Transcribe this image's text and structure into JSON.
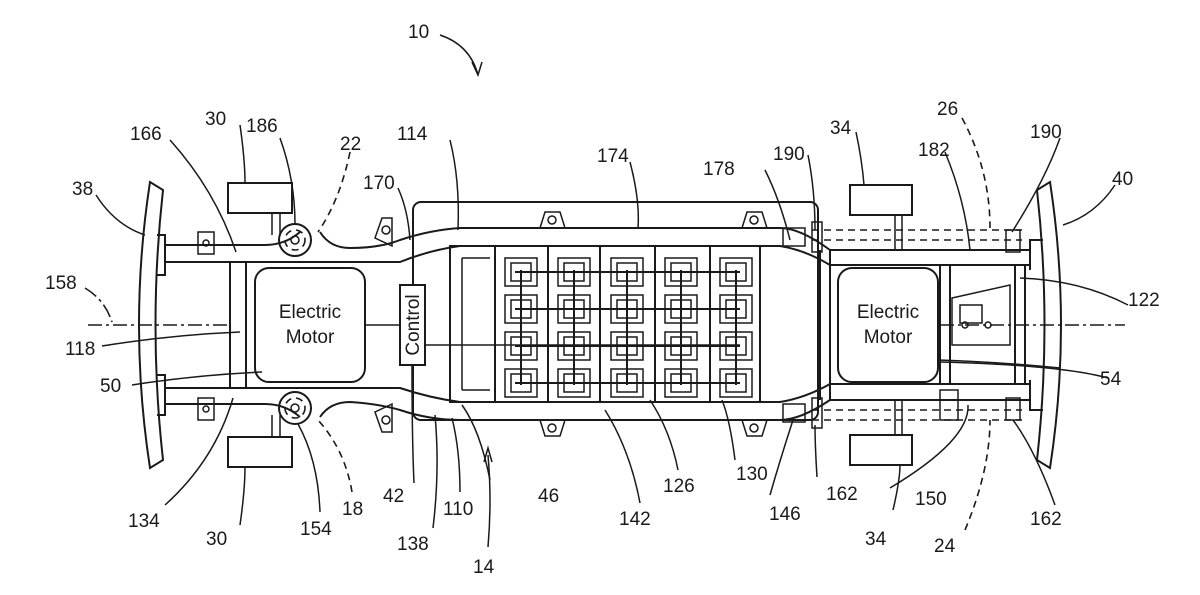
{
  "components": {
    "front_motor": [
      "Electric",
      "Motor"
    ],
    "rear_motor": [
      "Electric",
      "Motor"
    ],
    "control": "Control"
  },
  "reference_numerals": {
    "r10": "10",
    "r30a": "30",
    "r186": "186",
    "r22": "22",
    "r166": "166",
    "r114": "114",
    "r170": "170",
    "r174": "174",
    "r178": "178",
    "r190a": "190",
    "r34a": "34",
    "r26": "26",
    "r182": "182",
    "r190b": "190",
    "r40": "40",
    "r38": "38",
    "r158": "158",
    "r118": "118",
    "r50": "50",
    "r122": "122",
    "r54": "54",
    "r134": "134",
    "r30b": "30",
    "r154": "154",
    "r18": "18",
    "r42": "42",
    "r138": "138",
    "r110": "110",
    "r14": "14",
    "r46": "46",
    "r142": "142",
    "r126": "126",
    "r130": "130",
    "r146": "146",
    "r162a": "162",
    "r34b": "34",
    "r150": "150",
    "r24": "24",
    "r162b": "162"
  }
}
